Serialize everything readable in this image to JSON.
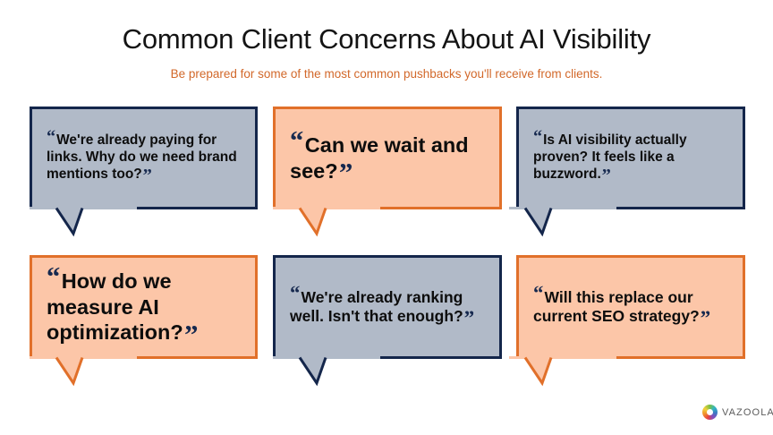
{
  "header": {
    "title": "Common Client Concerns About AI Visibility",
    "subtitle": "Be prepared for some of the most common pushbacks you'll receive from clients."
  },
  "theme": {
    "navy_fill": "#b1bac8",
    "navy_border": "#14264b",
    "peach_fill": "#fcc6a8",
    "peach_border": "#e1702a",
    "text_color": "#0d0d0d",
    "quote_mark_color": "#16294f",
    "subtitle_color": "#d2682a",
    "background": "#ffffff"
  },
  "quotes": [
    {
      "id": "quote-1",
      "text": "We're already paying for links. Why do we need brand mentions too?",
      "style": "navy",
      "size": "sm",
      "open_quote": "“",
      "close_quote": "”"
    },
    {
      "id": "quote-2",
      "text": "Can we wait and see?",
      "style": "peach",
      "size": "lg",
      "open_quote": "“",
      "close_quote": "”"
    },
    {
      "id": "quote-3",
      "text": "Is AI visibility actually proven? It feels like a buzzword.",
      "style": "navy",
      "size": "sm",
      "open_quote": "“",
      "close_quote": "”"
    },
    {
      "id": "quote-4",
      "text": "How do we measure AI optimization?",
      "style": "peach",
      "size": "lg",
      "open_quote": "“",
      "close_quote": "”"
    },
    {
      "id": "quote-5",
      "text": "We're already ranking well. Isn't that enough?",
      "style": "navy",
      "size": "md",
      "open_quote": "“",
      "close_quote": "”"
    },
    {
      "id": "quote-6",
      "text": "Will this replace our current SEO strategy?",
      "style": "peach",
      "size": "md",
      "open_quote": "“",
      "close_quote": "”"
    }
  ],
  "logo": {
    "name": "VAZOOLA",
    "mark": "vazoola-ring-icon"
  }
}
